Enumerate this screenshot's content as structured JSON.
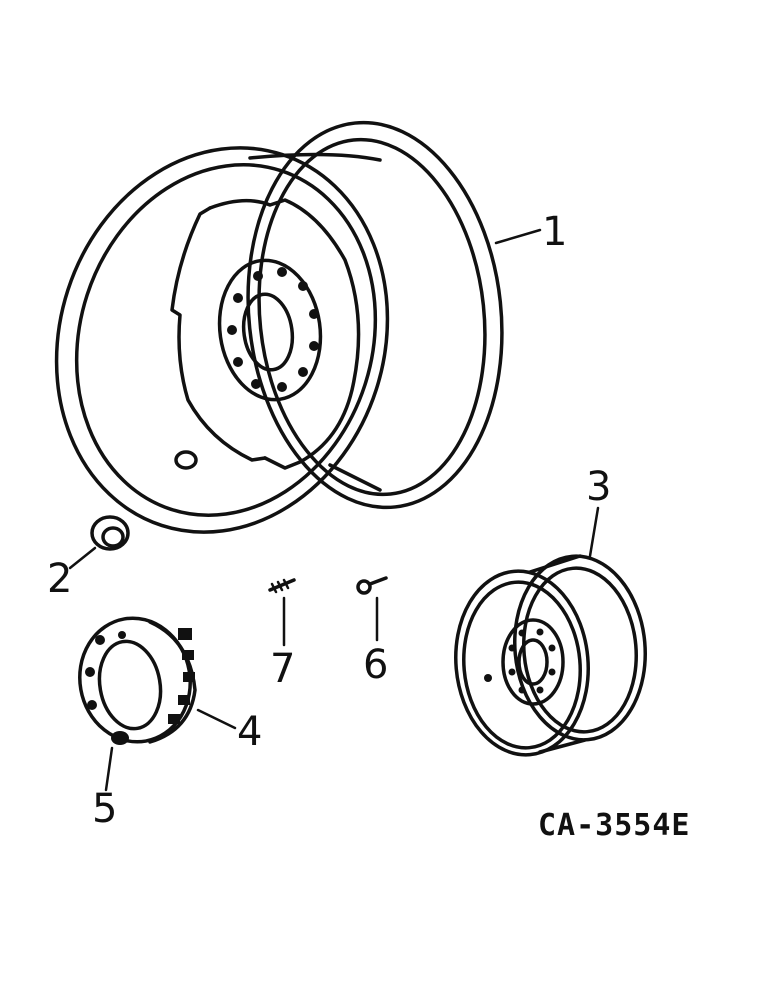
{
  "callouts": {
    "c1": "1",
    "c2": "2",
    "c3": "3",
    "c4": "4",
    "c5": "5",
    "c6": "6",
    "c7": "7"
  },
  "drawing_code": "CA-3554E"
}
